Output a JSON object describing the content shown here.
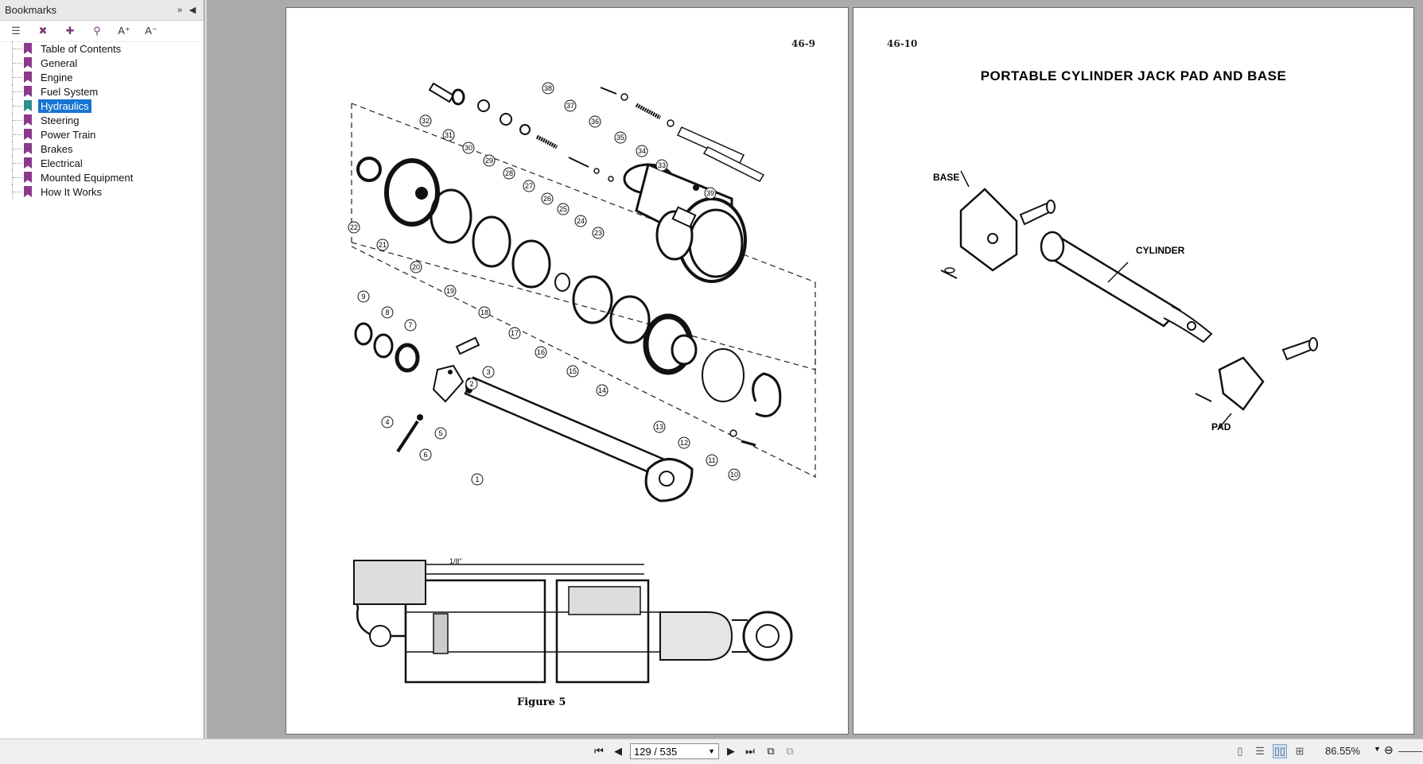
{
  "sidebar": {
    "title": "Bookmarks",
    "items": [
      {
        "label": "Table of Contents"
      },
      {
        "label": "General"
      },
      {
        "label": "Engine"
      },
      {
        "label": "Fuel System"
      },
      {
        "label": "Hydraulics",
        "selected": true
      },
      {
        "label": "Steering"
      },
      {
        "label": "Power Train"
      },
      {
        "label": "Brakes"
      },
      {
        "label": "Electrical"
      },
      {
        "label": "Mounted Equipment"
      },
      {
        "label": "How It Works"
      }
    ],
    "tool_icons": [
      "bookmark-options-icon",
      "delete-bookmark-icon",
      "new-bookmark-icon",
      "find-bookmark-icon",
      "increase-text-icon",
      "decrease-text-icon"
    ]
  },
  "left_page": {
    "page_number": "46-9",
    "caption": "Figure 5",
    "dimension_label": "1/8\"",
    "callouts": [
      "1",
      "2",
      "3",
      "4",
      "5",
      "6",
      "7",
      "8",
      "9",
      "10",
      "11",
      "12",
      "13",
      "14",
      "15",
      "16",
      "17",
      "18",
      "19",
      "20",
      "21",
      "22",
      "23",
      "24",
      "25",
      "26",
      "27",
      "28",
      "29",
      "30",
      "31",
      "32",
      "33",
      "34",
      "35",
      "36",
      "37",
      "38",
      "39"
    ]
  },
  "right_page": {
    "page_number": "46-10",
    "title": "PORTABLE CYLINDER JACK PAD AND BASE",
    "labels": {
      "base": "BASE",
      "cylinder": "CYLINDER",
      "pad": "PAD"
    }
  },
  "bottom_bar": {
    "page_indicator": "129 / 535",
    "zoom": "86.55%"
  },
  "colors": {
    "selection": "#1874d2",
    "bookmark": "#8b3a8b",
    "background": "#ababab"
  }
}
